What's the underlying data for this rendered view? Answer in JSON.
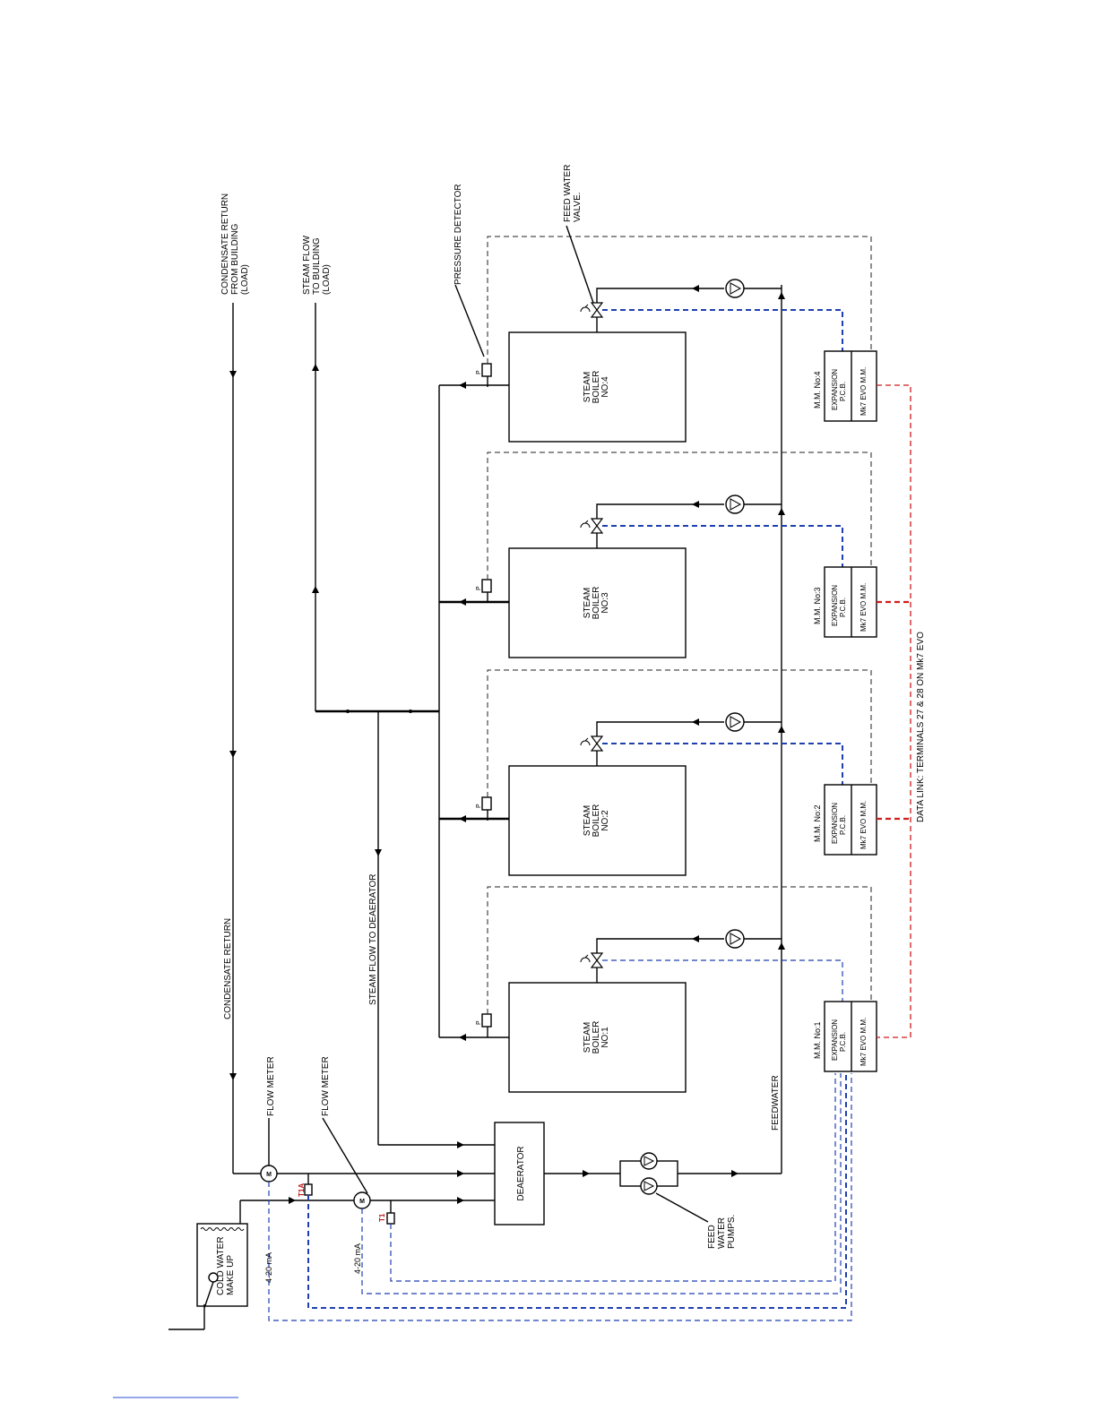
{
  "labels": {
    "condensate_return_building": [
      "CONDENSATE RETURN",
      "FROM BUILDING",
      "(LOAD)"
    ],
    "steam_flow_building": [
      "STEAM FLOW",
      "TO BUILDING",
      "(LOAD)"
    ],
    "pressure_detector": "PRESSURE DETECTOR",
    "feed_water_valve": [
      "FEED WATER",
      "VALVE."
    ],
    "condensate_return": "CONDENSATE RETURN",
    "steam_flow_deaerator": "STEAM FLOW TO DEAERATOR",
    "flow_meter_1": "FLOW METER",
    "flow_meter_2": "FLOW METER",
    "feedwater": "FEEDWATER",
    "deaerator": "DEAERATOR",
    "feed_water_pumps": [
      "FEED",
      "WATER",
      "PUMPS."
    ],
    "cold_water": [
      "COLD WATER",
      "MAKE UP"
    ],
    "signal_1": "4-20 mA",
    "signal_2": "4-20 mA",
    "t1a": "T1A",
    "t1": "T1",
    "meter_symbol": "M",
    "pressure_symbol": "P",
    "data_link": "DATA LINK: TERMINALS 27 & 28 ON Mk7 EVO"
  },
  "boilers": [
    {
      "lines": [
        "STEAM",
        "BOILER",
        "NO:1"
      ]
    },
    {
      "lines": [
        "STEAM",
        "BOILER",
        "NO:2"
      ]
    },
    {
      "lines": [
        "STEAM",
        "BOILER",
        "NO:3"
      ]
    },
    {
      "lines": [
        "STEAM",
        "BOILER",
        "NO:4"
      ]
    }
  ],
  "modules": [
    {
      "title": "M.M. No:1",
      "expansion": [
        "EXPANSION",
        "P.C.B."
      ],
      "mk7": "Mk7 EVO M.M."
    },
    {
      "title": "M.M. No:2",
      "expansion": [
        "EXPANSION",
        "P.C.B."
      ],
      "mk7": "Mk7 EVO M.M."
    },
    {
      "title": "M.M. No:3",
      "expansion": [
        "EXPANSION",
        "P.C.B."
      ],
      "mk7": "Mk7 EVO M.M."
    },
    {
      "title": "M.M. No:4",
      "expansion": [
        "EXPANSION",
        "P.C.B."
      ],
      "mk7": "Mk7 EVO M.M."
    }
  ],
  "colors": {
    "signal_blue": "#1f3fb0",
    "data_red": "#d01b1b",
    "line": "#000000"
  }
}
